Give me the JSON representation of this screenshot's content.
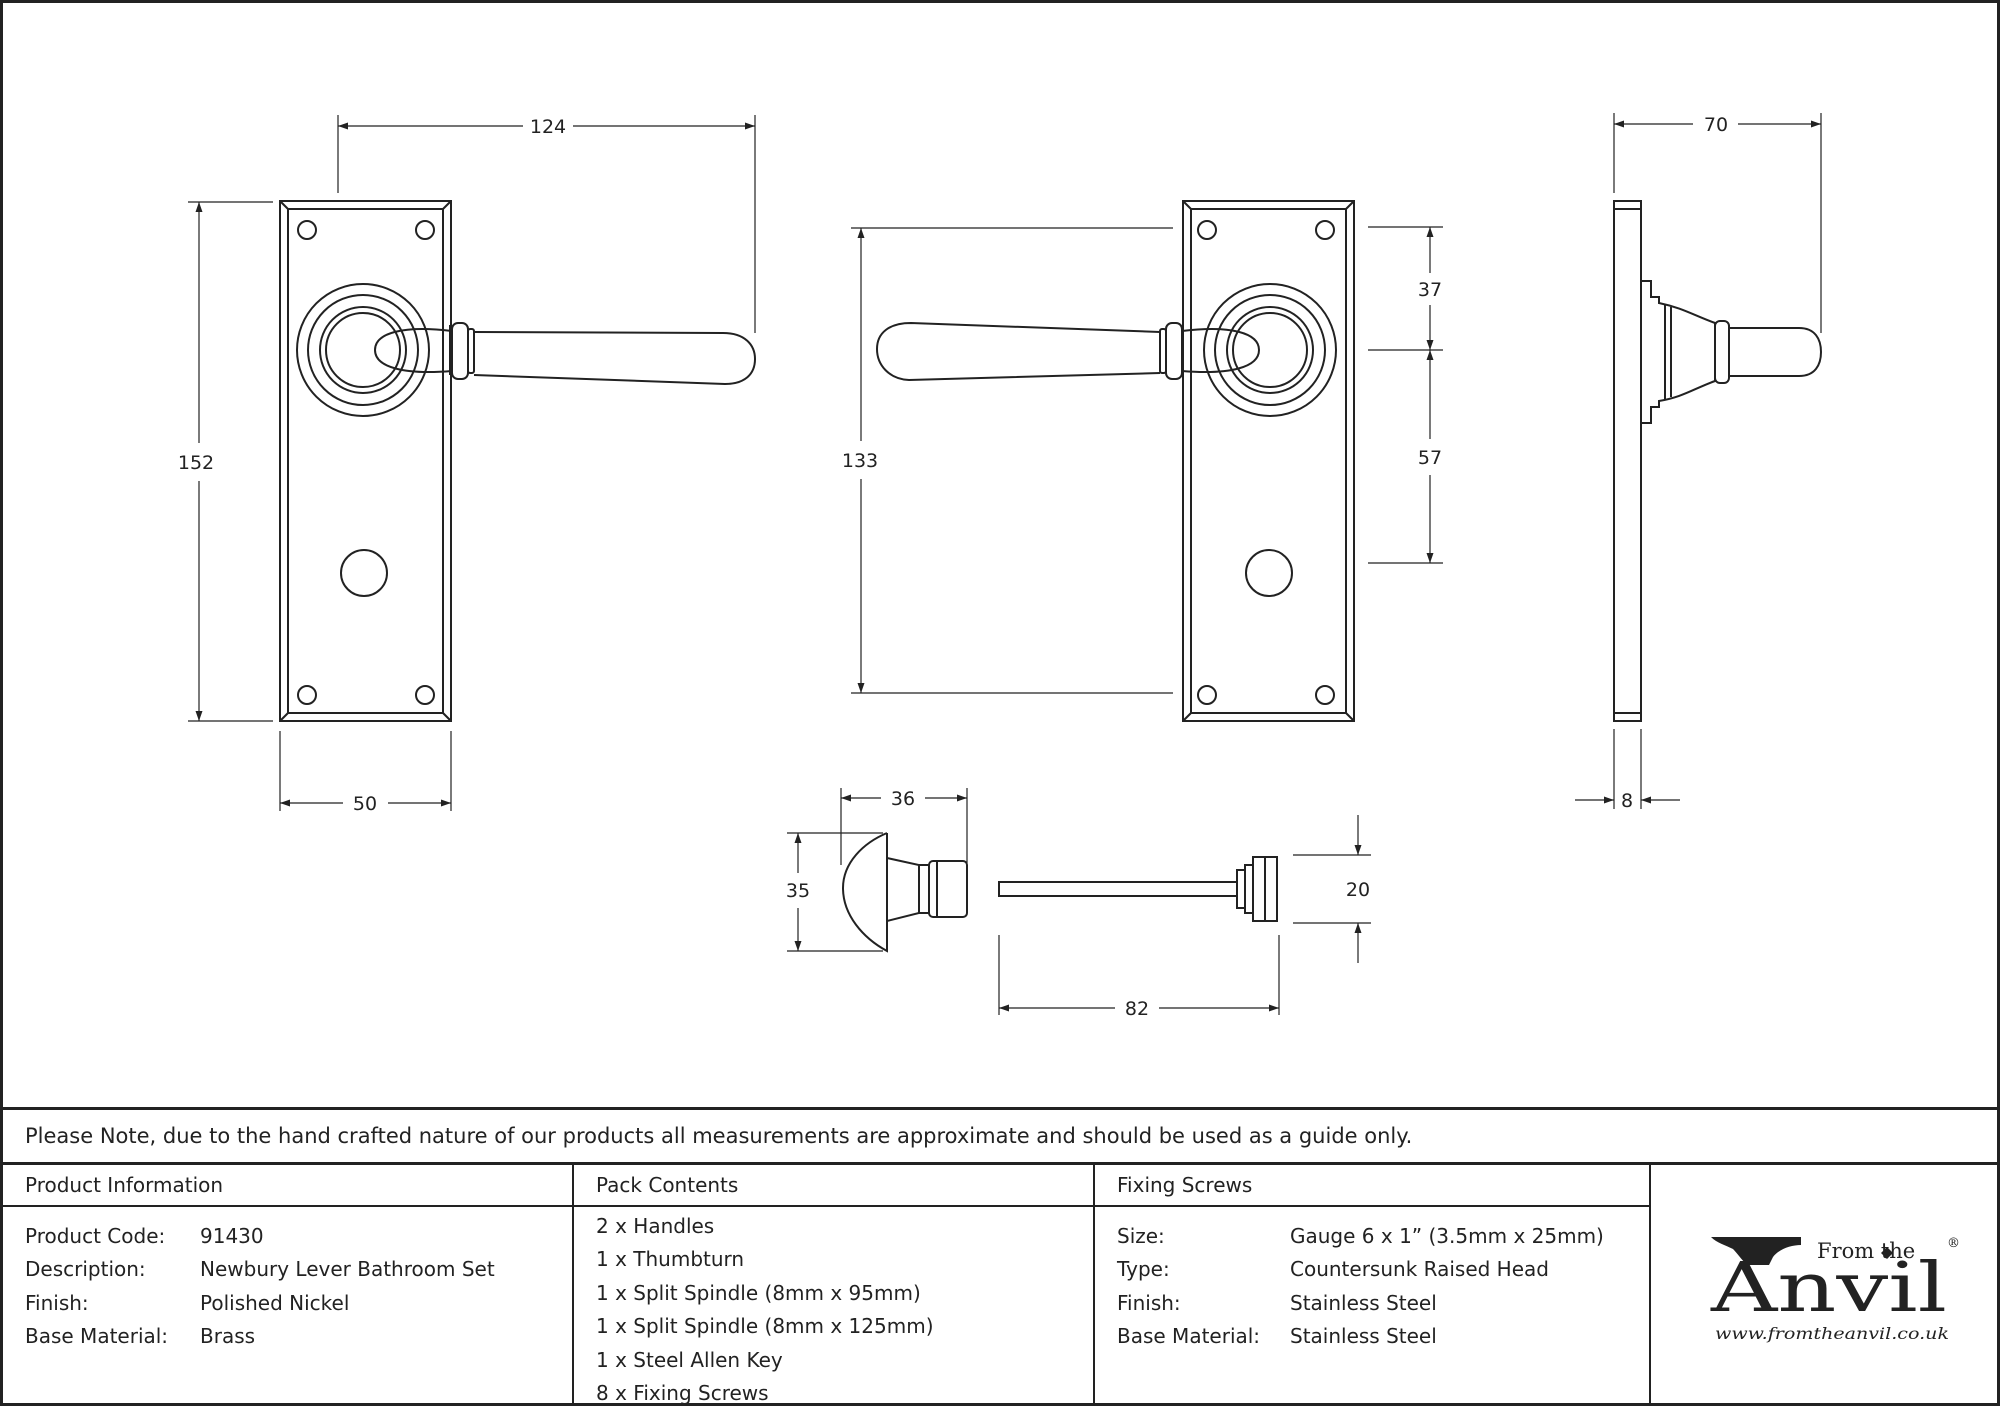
{
  "dimensions": {
    "front_width": "124",
    "front_height": "152",
    "plate_width": "50",
    "back_height": "133",
    "top_to_lever": "37",
    "lever_to_keyhole": "57",
    "side_projection": "70",
    "side_thickness": "8",
    "thumbturn_length": "36",
    "thumbturn_height": "35",
    "spindle_head": "20",
    "spindle_length": "82"
  },
  "note": "Please Note, due to the hand crafted nature of our products all measurements are approximate and should be used as a guide only.",
  "product_info": {
    "heading": "Product Information",
    "rows": [
      {
        "key": "Product Code:",
        "value": "91430"
      },
      {
        "key": "Description:",
        "value": "Newbury Lever Bathroom Set"
      },
      {
        "key": "Finish:",
        "value": "Polished Nickel"
      },
      {
        "key": "Base Material:",
        "value": "Brass"
      }
    ]
  },
  "pack_contents": {
    "heading": "Pack Contents",
    "items": [
      "2 x Handles",
      "1 x Thumbturn",
      "1 x Split Spindle (8mm x 95mm)",
      "1 x Split Spindle (8mm x 125mm)",
      "1 x Steel Allen Key",
      "8 x Fixing Screws"
    ]
  },
  "fixing_screws": {
    "heading": "Fixing Screws",
    "rows": [
      {
        "key": "Size:",
        "value": "Gauge 6 x 1” (3.5mm x 25mm)"
      },
      {
        "key": "Type:",
        "value": "Countersunk Raised Head"
      },
      {
        "key": "Finish:",
        "value": "Stainless Steel"
      },
      {
        "key": "Base Material:",
        "value": "Stainless Steel"
      }
    ]
  },
  "logo": {
    "tagline": "From the",
    "name": "Anvil",
    "registered": "®",
    "url": "www.fromtheanvil.co.uk"
  }
}
